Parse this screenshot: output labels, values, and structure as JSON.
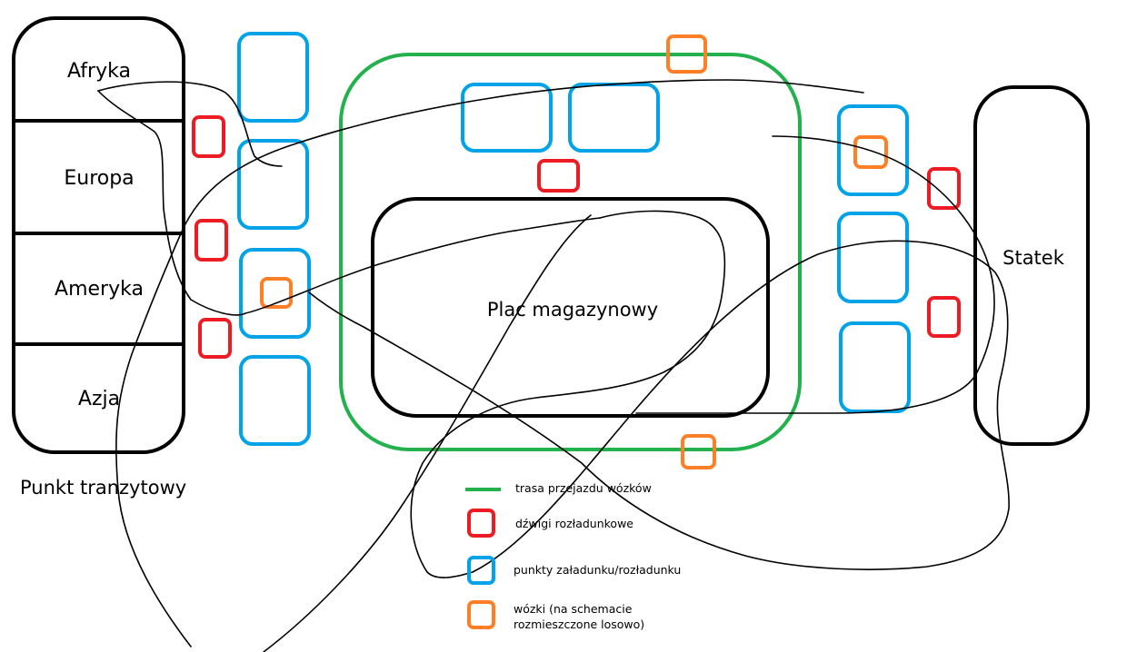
{
  "transit": {
    "regions": [
      "Afryka",
      "Europa",
      "Ameryka",
      "Azja"
    ],
    "caption": "Punkt tranzytowy"
  },
  "warehouse": {
    "label": "Plac magazynowy"
  },
  "ship": {
    "label": "Statek"
  },
  "legend": {
    "items": [
      {
        "key": "route",
        "label": "trasa przejazdu wózków",
        "color": "#22b14c"
      },
      {
        "key": "cranes",
        "label": "dźwigi rozładunkowe",
        "color": "#ed1c24"
      },
      {
        "key": "points",
        "label": "punkty załadunku/rozładunku",
        "color": "#00a2e8"
      },
      {
        "key": "carts",
        "label": "wózki (na schemacie",
        "label2": "rozmieszczone losowo)",
        "color": "#ff7f27"
      }
    ]
  },
  "colors": {
    "route": "#22b14c",
    "crane": "#ed1c24",
    "point": "#00a2e8",
    "cart": "#ff7f27",
    "outline": "#000000"
  }
}
